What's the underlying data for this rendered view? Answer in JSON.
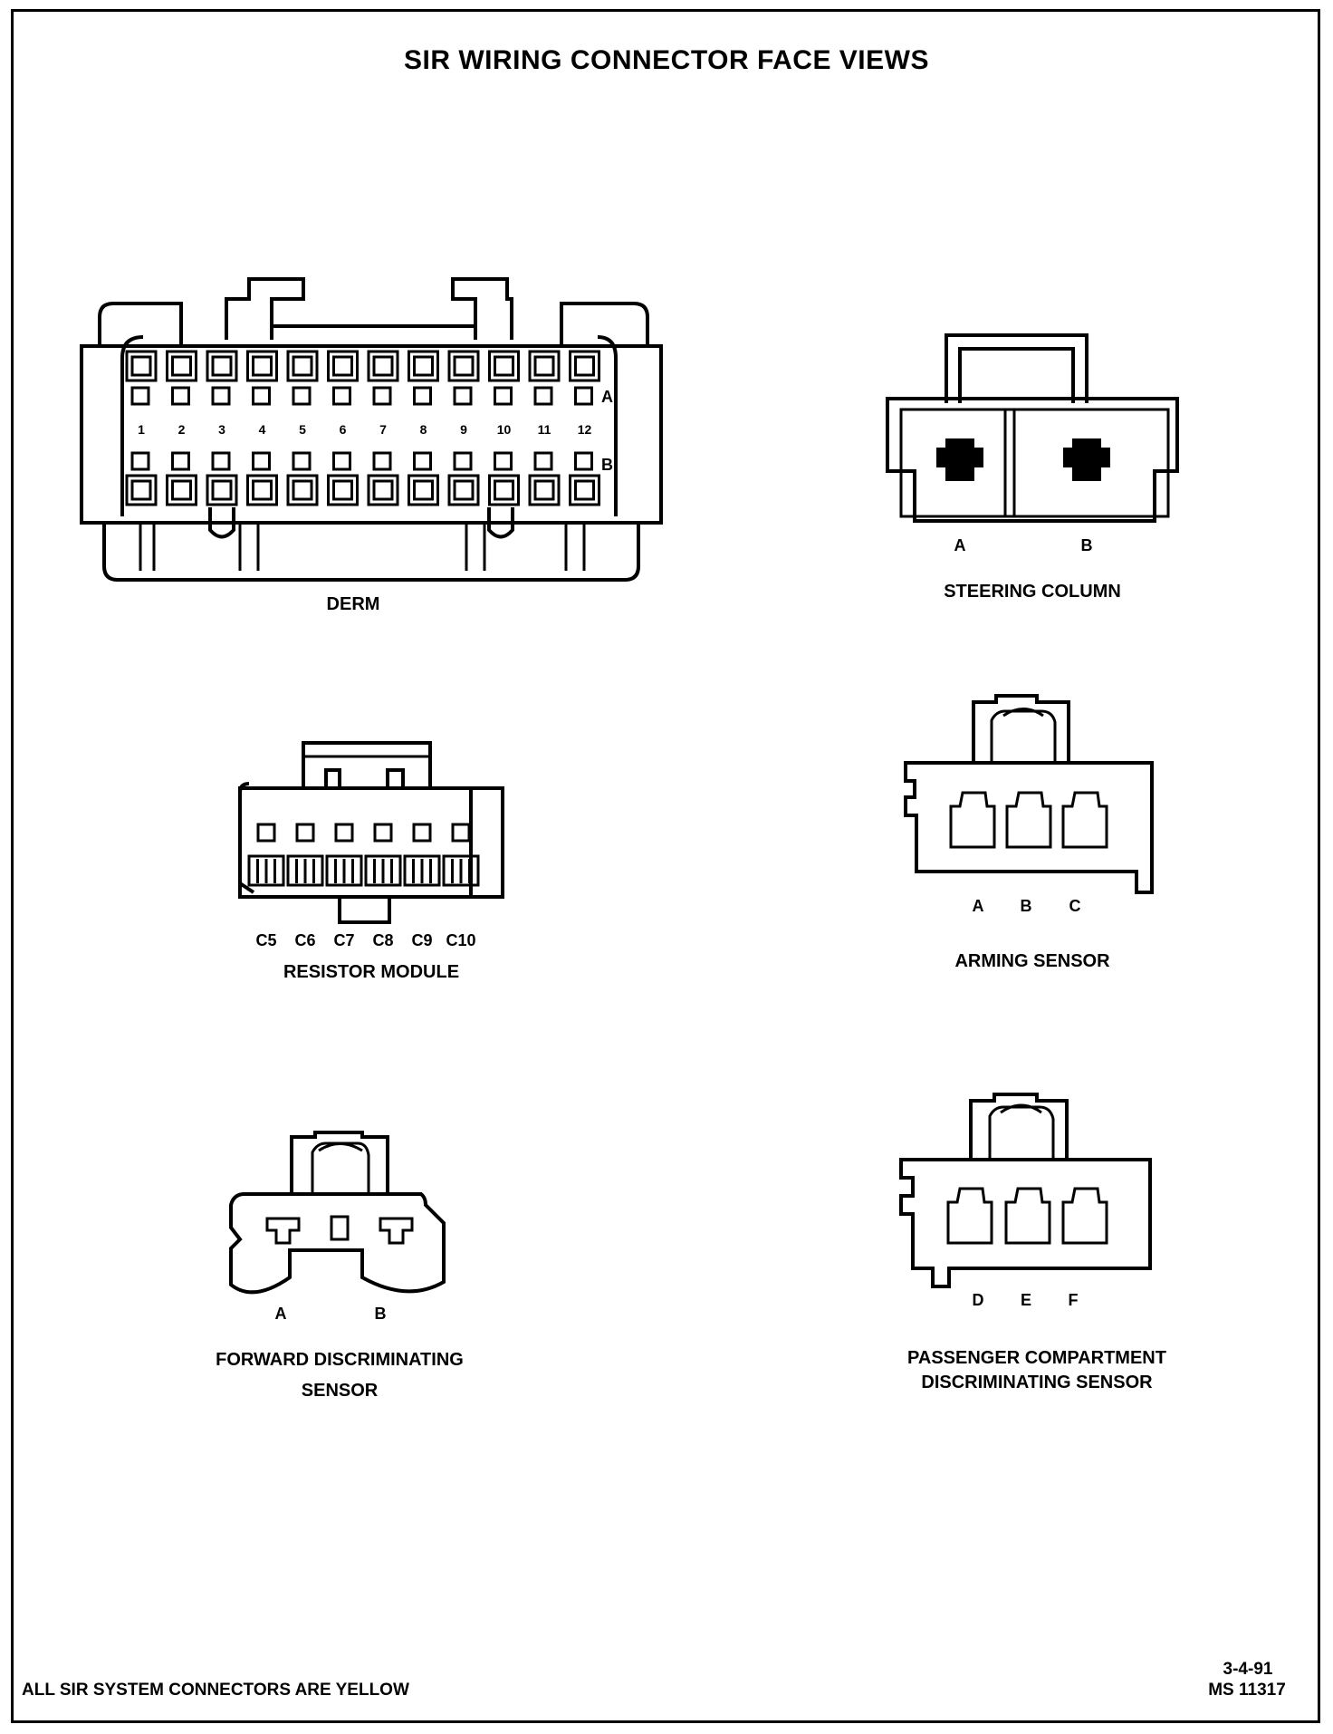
{
  "title": "SIR WIRING CONNECTOR FACE VIEWS",
  "derm": {
    "label": "DERM",
    "row_a_label": "A",
    "row_b_label": "B",
    "pin_numbers": [
      "1",
      "2",
      "3",
      "4",
      "5",
      "6",
      "7",
      "8",
      "9",
      "10",
      "11",
      "12"
    ]
  },
  "steering_column": {
    "label": "STEERING COLUMN",
    "pins": [
      "A",
      "B"
    ]
  },
  "resistor_module": {
    "label": "RESISTOR MODULE",
    "pins": [
      "C5",
      "C6",
      "C7",
      "C8",
      "C9",
      "C10"
    ]
  },
  "arming_sensor": {
    "label": "ARMING SENSOR",
    "pins": [
      "A",
      "B",
      "C"
    ]
  },
  "forward_sensor": {
    "label_line1": "FORWARD DISCRIMINATING",
    "label_line2": "SENSOR",
    "pins": [
      "A",
      "B"
    ]
  },
  "passenger_sensor": {
    "label_line1": "PASSENGER COMPARTMENT",
    "label_line2": "DISCRIMINATING SENSOR",
    "pins": [
      "D",
      "E",
      "F"
    ]
  },
  "footer": {
    "note": "ALL SIR SYSTEM CONNECTORS ARE YELLOW",
    "date": "3-4-91",
    "code": "MS 11317"
  }
}
